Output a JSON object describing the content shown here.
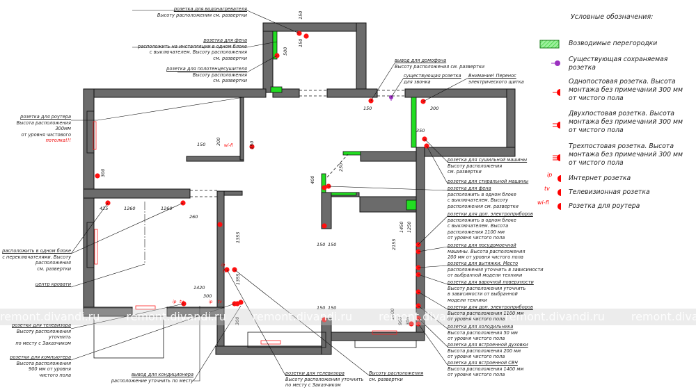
{
  "legend": {
    "title": "Условные обозначения:",
    "items": [
      {
        "icon": "partition-hatch",
        "label": "Возводимые перегородки"
      },
      {
        "icon": "existing-socket",
        "label": "Существующая сохраняемая\nрозетка"
      },
      {
        "icon": "single-socket",
        "label": "Однопостовая розетка. Высота\nмонтажа без примечаний 300 мм\nот чистого пола"
      },
      {
        "icon": "double-socket",
        "label": "Двухпостовая розетка. Высота\nмонтажа без примечаний 300 мм\nот чистого пола"
      },
      {
        "icon": "triple-socket",
        "label": "Трехпостовая розетка. Высота\nмонтажа без примечаний 300 мм\nот чистого пола"
      },
      {
        "icon": "internet-socket",
        "tag": "ip",
        "label": "Интернет розетка"
      },
      {
        "icon": "tv-socket",
        "tag": "tv",
        "label": "Телевизионная розетка"
      },
      {
        "icon": "router-socket",
        "tag": "wi-fi",
        "label": "Розетка для роутера"
      }
    ]
  },
  "colors": {
    "wall": "#6b6b6b",
    "partition": "#22dd22",
    "socket": "#ff1010",
    "existing": "#9b30c0"
  },
  "callouts": [
    {
      "title": "розетка для водонагревателя",
      "body": "Высоту расположения см. развертки"
    },
    {
      "title": "розетка для фена",
      "body": "расположить на инсталляции в одном блоке\nс выключателем. Высоту расположения\nсм. развертки"
    },
    {
      "title": "розетка для полотенцесушителя",
      "body": "Высоту расположения\nсм. развертки"
    },
    {
      "title": "розетка для роутера",
      "body": "Высота расположения 300мм\nот уровня чистового",
      "alert": "потолка!!!"
    },
    {
      "title": "расположить в одном блоке",
      "body": "с переключателями. Высоту\nрасположения\nсм. развертки"
    },
    {
      "title": "центр кровати",
      "body": ""
    },
    {
      "title": "розетки для телевизора",
      "body": "Высоту расположения\nуточнить\nпо месту с Заказчиком"
    },
    {
      "title": "розетки для компьютера",
      "body": "Высота расположения\n900 мм от уровня\nчистого пола"
    },
    {
      "title": "вывод для кондиционера",
      "body": "расположение уточнить по месту"
    },
    {
      "title": "розетки для телевизора",
      "body": "Высоту расположения уточнить\nпо месту с Заказчиком"
    },
    {
      "title": "Высоту расположения",
      "body": "см. развертки"
    },
    {
      "title": "вывод для домофона",
      "body": "Высоту расположения см. развертки"
    },
    {
      "title": "существующая розетка",
      "body": "для звонка"
    },
    {
      "title": "Внимание! Перенос",
      "body": "электрического щитка"
    },
    {
      "title": "розетка для сушильной машины",
      "body": "Высоту расположения\nсм. развертки"
    },
    {
      "title": "розетка для стиральной машины",
      "body": ""
    },
    {
      "title": "розетка для фена",
      "body": "расположить в одном блоке\nс выключателем. Высоту\nрасположения см. развертки"
    },
    {
      "title": "розетки для доп. электроприборов",
      "body": "расположить в одном блоке\nс выключателем. Высота\nрасположения 1100 мм\nот уровня чистого пола"
    },
    {
      "title": "розетка для посудомоечной",
      "body": "машины. Высота расположения\n200 мм от уровня чистого пола"
    },
    {
      "title": "розетка для вытяжки. Место",
      "body": "расположения уточнить в зависимости\nот выбранной модели техники"
    },
    {
      "title": "розетка для варочной поверхности",
      "body": "Высоту расположения уточнить\nв зависимости от выбранной\nмодели техники"
    },
    {
      "title": "розетки для доп. электроприборов",
      "body": "Высота расположения 1100 мм\nот уровня чистого пола"
    },
    {
      "title": "розетка для холодильника",
      "body": "Высота расположения 50 мм\nот уровня чистого пола"
    },
    {
      "title": "розетка для встроенной духовки",
      "body": "Высота расположения 200 мм\nот уровня чистого пола"
    },
    {
      "title": "розетка для встроенной СВЧ",
      "body": "Высота расположения 1400 мм\nот уровня чистого пола"
    }
  ],
  "dimensions": [
    "150",
    "150",
    "500",
    "150",
    "300",
    "350",
    "150",
    "300",
    "150",
    "300",
    "425",
    "1260",
    "1260",
    "260",
    "1355",
    "1355",
    "1420",
    "300",
    "300",
    "150",
    "150",
    "150",
    "150",
    "400",
    "250",
    "2155",
    "1450",
    "1250",
    "1400",
    "900",
    "300"
  ],
  "socket_tags": [
    "wi-fi",
    "ip",
    "tv",
    "ip",
    "tv",
    "ip",
    "tv"
  ],
  "watermark": "remont.divandi.ru"
}
